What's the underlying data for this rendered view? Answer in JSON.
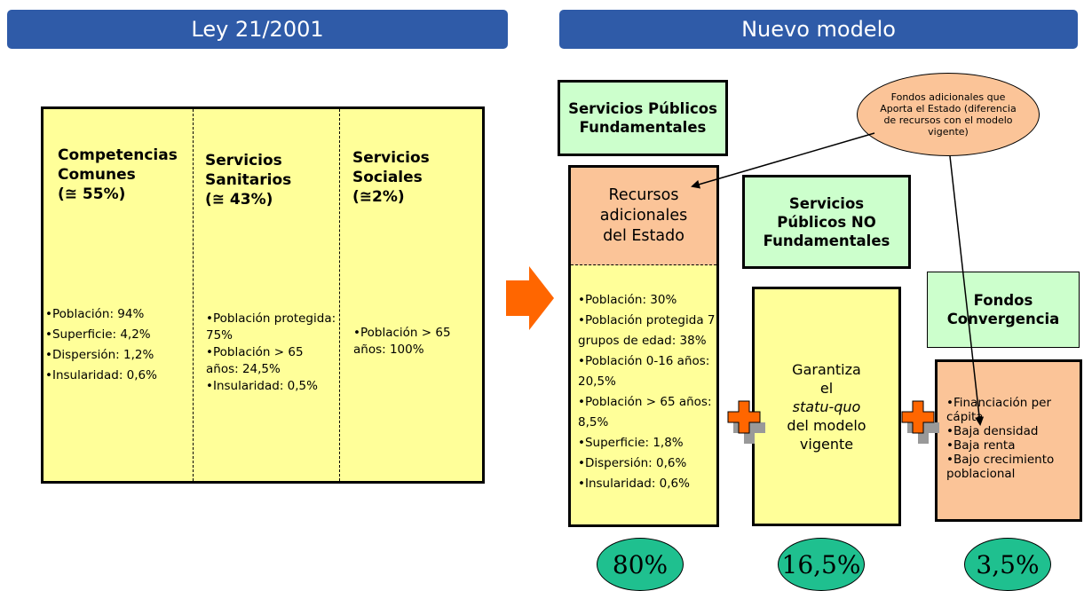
{
  "headers": {
    "left": "Ley 21/2001",
    "right": "Nuevo modelo"
  },
  "ley": {
    "columns": [
      {
        "title": "Competencias Comunes\n(≅ 55%)",
        "items": [
          "•Población: 94%",
          "•Superficie: 4,2%",
          "•Dispersión: 1,2%",
          "•Insularidad: 0,6%"
        ]
      },
      {
        "title": "Servicios Sanitarios\n(≅ 43%)",
        "items": [
          "•Población protegida: 75%",
          "•Población > 65 años: 24,5%",
          "•Insularidad: 0,5%"
        ]
      },
      {
        "title": "Servicios Sociales\n(≅2%)",
        "items": [
          "•Población > 65 años: 100%"
        ]
      }
    ]
  },
  "nuevo": {
    "spf_label": "Servicios Públicos Fundamentales",
    "recursos": "Recursos adicionales del Estado",
    "spf_items": [
      "•Población: 30%",
      "•Población protegida 7 grupos de edad: 38%",
      "•Población 0-16 años: 20,5%",
      "•Población > 65 años: 8,5%",
      "•Superficie: 1,8%",
      "•Dispersión: 0,6%",
      "•Insularidad: 0,6%"
    ],
    "spnf_label": "Servicios Públicos NO Fundamentales",
    "garantiza": {
      "line1": "Garantiza",
      "line2": "el",
      "line3": "statu-quo",
      "line4": "del modelo",
      "line5": "vigente"
    },
    "fondos_label": "Fondos Convergencia",
    "fondos_items": [
      "•Financiación per cápita",
      "•Baja densidad",
      "•Baja renta",
      "•Bajo crecimiento poblacional"
    ],
    "callout": "Fondos adicionales que Aporta el Estado (diferencia de recursos con el modelo vigente)",
    "percents": [
      "80%",
      "16,5%",
      "3,5%"
    ]
  },
  "colors": {
    "header": "#2f5ba8",
    "yellow": "#ffff99",
    "orange": "#fbc498",
    "green": "#ccffcc",
    "oval": "#1fc08f",
    "arrow": "#ff6600",
    "plus": "#ff6600",
    "plus_shadow": "#999999"
  }
}
